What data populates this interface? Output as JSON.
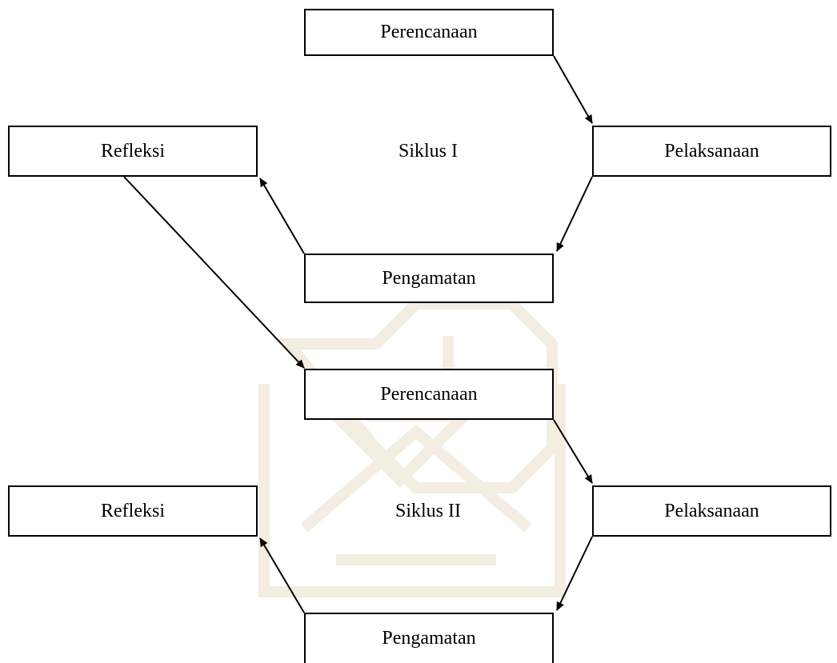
{
  "cycle1": {
    "label": "Siklus I",
    "planning": "Perencanaan",
    "action": "Pelaksanaan",
    "observation": "Pengamatan",
    "reflection": "Refleksi"
  },
  "cycle2": {
    "label": "Siklus II",
    "planning": "Perencanaan",
    "action": "Pelaksanaan",
    "observation": "Pengamatan",
    "reflection": "Refleksi"
  },
  "colors": {
    "line": "#000000",
    "watermark": "#e8dcc8"
  }
}
